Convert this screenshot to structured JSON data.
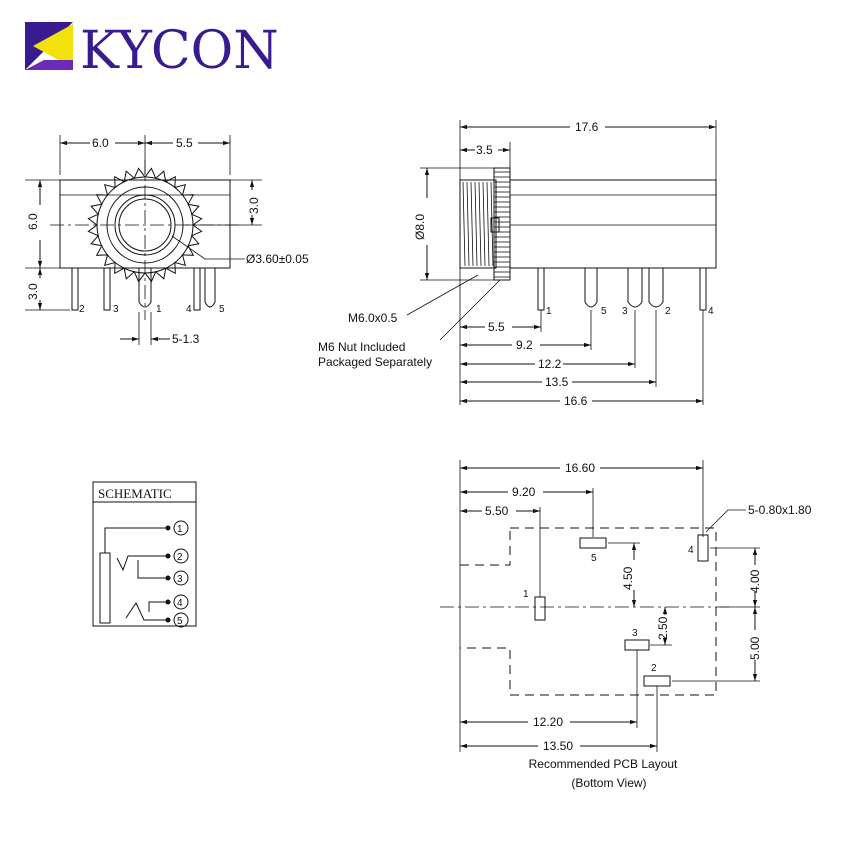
{
  "brand": {
    "name": "KYCON",
    "colors": {
      "purple": "#3a1a8f",
      "yellow": "#f2e10a",
      "violet": "#6a2bb8"
    }
  },
  "front_view": {
    "dims": {
      "left": "6.0",
      "right": "5.5",
      "height": "6.0",
      "upper": "3.0",
      "lower": "3.0",
      "hole": "Ø3.60±0.05",
      "pin_pitch": "5-1.3"
    },
    "pins": [
      "2",
      "3",
      "1",
      "4",
      "5"
    ]
  },
  "side_view": {
    "dims": {
      "length": "17.6",
      "thread": "3.5",
      "dia": "Ø8.0",
      "d1": "5.5",
      "d2": "9.2",
      "d3": "12.2",
      "d4": "13.5",
      "d5": "16.6"
    },
    "thread_note": "M6.0x0.5",
    "nut_note_1": "M6 Nut Included",
    "nut_note_2": "Packaged Separately",
    "pins": [
      "1",
      "5",
      "3",
      "2",
      "4"
    ]
  },
  "schematic": {
    "title": "SCHEMATIC",
    "terminals": [
      "1",
      "2",
      "3",
      "4",
      "5"
    ]
  },
  "pcb": {
    "dims": {
      "w": "16.60",
      "p5": "9.20",
      "p1": "5.50",
      "pad": "5-0.80x1.80",
      "v1": "4.50",
      "v2": "2.50",
      "v3": "4.00",
      "v4": "5.00",
      "p3": "12.20",
      "p2": "13.50"
    },
    "pads": [
      "1",
      "2",
      "3",
      "4",
      "5"
    ],
    "caption_1": "Recommended PCB Layout",
    "caption_2": "(Bottom View)"
  }
}
